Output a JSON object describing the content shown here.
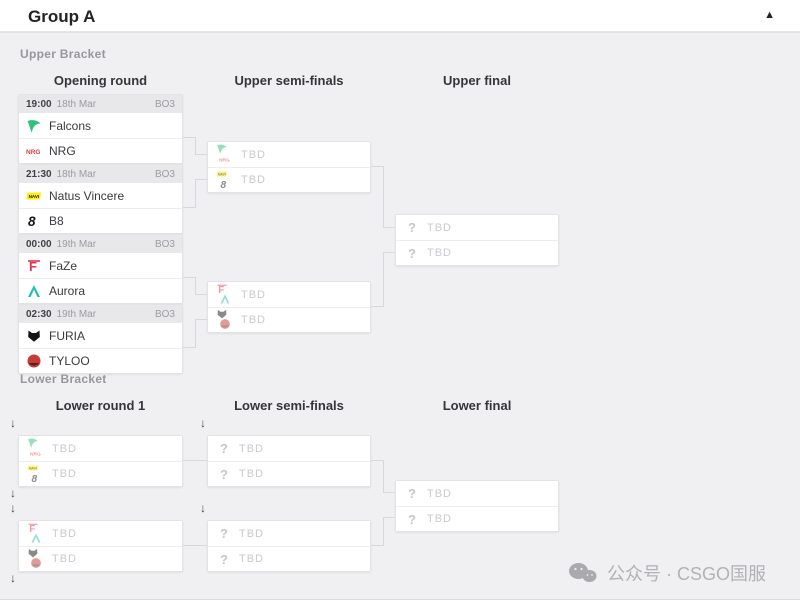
{
  "header": {
    "title": "Group A"
  },
  "labels": {
    "tbd": "TBD",
    "question": "?",
    "drop_arrow": "↓",
    "collapse": "▲"
  },
  "upper": {
    "label": "Upper Bracket",
    "columns": [
      "Opening round",
      "Upper semi-finals",
      "Upper final"
    ],
    "matches": [
      {
        "time": "19:00",
        "date": "18th Mar",
        "bo": "BO3"
      },
      {
        "time": "21:30",
        "date": "18th Mar",
        "bo": "BO3"
      },
      {
        "time": "00:00",
        "date": "19th Mar",
        "bo": "BO3"
      },
      {
        "time": "02:30",
        "date": "19th Mar",
        "bo": "BO3"
      }
    ]
  },
  "lower": {
    "label": "Lower Bracket",
    "columns": [
      "Lower round 1",
      "Lower semi-finals",
      "Lower final"
    ]
  },
  "teams": {
    "falcons": {
      "name": "Falcons",
      "color": "#2fc079"
    },
    "nrg": {
      "name": "NRG",
      "color": "#d6403f"
    },
    "navi": {
      "name": "Natus Vincere",
      "color": "#ffee00"
    },
    "b8": {
      "name": "B8",
      "color": "#161616"
    },
    "faze": {
      "name": "FaZe",
      "color": "#e4344f"
    },
    "aurora": {
      "name": "Aurora",
      "color": "#23bfb0"
    },
    "furia": {
      "name": "FURIA",
      "color": "#151515"
    },
    "tyloo": {
      "name": "TYLOO",
      "color": "#c43c35"
    }
  },
  "watermark": {
    "text": "公众号 · CSGO国服"
  }
}
